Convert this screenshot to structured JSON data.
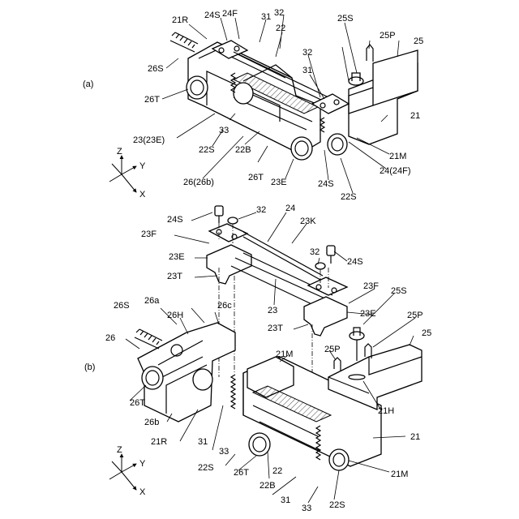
{
  "panels": {
    "a": {
      "label": "(a)",
      "callouts": [
        "21R",
        "24S",
        "24F",
        "31",
        "32",
        "22",
        "25S",
        "25P",
        "25",
        "26S",
        "32",
        "31",
        "26T",
        "21",
        "33",
        "23(23E)",
        "22S",
        "22B",
        "21M",
        "24(24F)",
        "26(26b)",
        "26T",
        "23E",
        "24S",
        "22S"
      ],
      "axes": {
        "z": "Z",
        "y": "Y",
        "x": "X"
      }
    },
    "b": {
      "label": "(b)",
      "callouts": [
        "24S",
        "32",
        "24",
        "23K",
        "23F",
        "23E",
        "32",
        "24S",
        "23T",
        "23F",
        "23",
        "25S",
        "26S",
        "26a",
        "26c",
        "23T",
        "23E",
        "26H",
        "25P",
        "26",
        "21M",
        "25P",
        "25",
        "26T",
        "21H",
        "26b",
        "21R",
        "31",
        "21",
        "22S",
        "33",
        "26T",
        "22",
        "21M",
        "22B",
        "31",
        "33",
        "22S"
      ],
      "axes": {
        "z": "Z",
        "y": "Y",
        "x": "X"
      }
    }
  }
}
